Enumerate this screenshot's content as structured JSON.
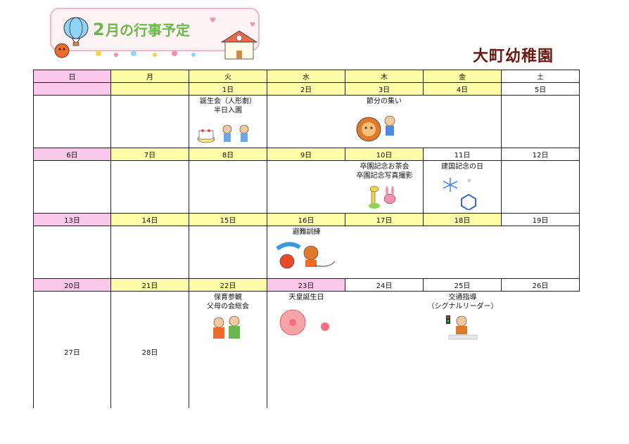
{
  "banner": {
    "title": "2月の行事予定"
  },
  "school_name": "大町幼稚園",
  "weekdays": [
    "日",
    "月",
    "火",
    "水",
    "木",
    "金",
    "土"
  ],
  "weeks": [
    {
      "dates": [
        "",
        "",
        "1日",
        "2日",
        "3日",
        "4日",
        "5日"
      ]
    },
    {
      "dates": [
        "6日",
        "7日",
        "8日",
        "9日",
        "10日",
        "11日",
        "12日"
      ]
    },
    {
      "dates": [
        "13日",
        "14日",
        "15日",
        "16日",
        "17日",
        "18日",
        "19日"
      ]
    },
    {
      "dates": [
        "20日",
        "21日",
        "22日",
        "23日",
        "24日",
        "25日",
        "26日"
      ]
    }
  ],
  "extra_days": {
    "sun": "27日",
    "mon": "28日"
  },
  "events": {
    "tue1_line1": "誕生会（人形劇）",
    "tue1_line2": "半日入園",
    "thu3": "節分の集い",
    "thu10_line1": "卒園記念お茶会",
    "thu10_line2": "卒園記念写真撮影",
    "fri11": "建国記念の日",
    "wed16": "避難訓練",
    "tue22_line1": "保育参観",
    "tue22_line2": "父母の会総会",
    "wed23": "天皇誕生日",
    "fri25_line1": "交通指導",
    "fri25_line2": "（シグナルリーダー）"
  },
  "colors": {
    "sunday": "#f9c8ea",
    "weekday": "#fdfca7",
    "school_name": "#6b1a12"
  }
}
